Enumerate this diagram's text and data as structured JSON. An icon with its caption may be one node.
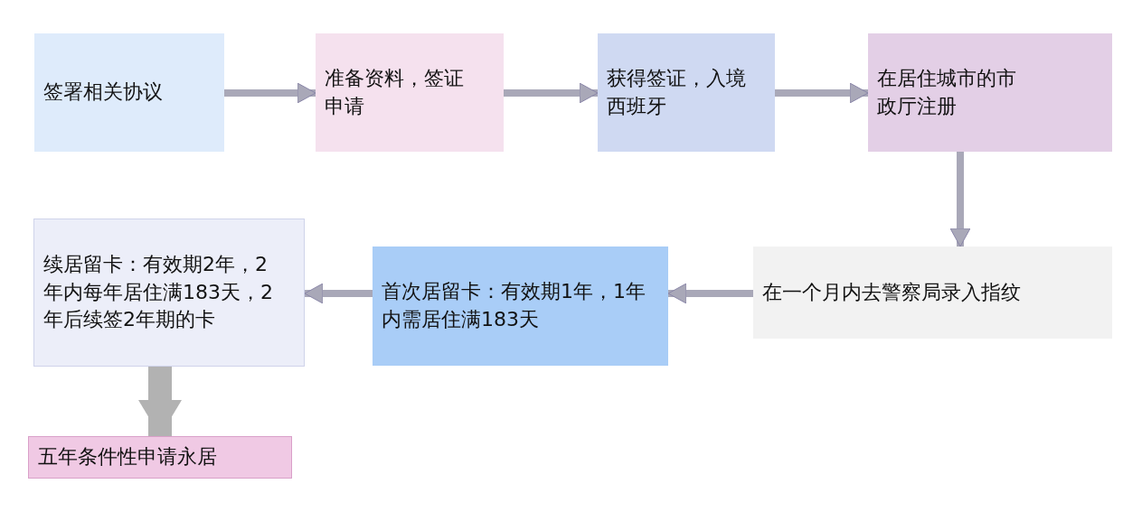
{
  "diagram": {
    "nodes": [
      {
        "text": [
          "签署相关协议"
        ]
      },
      {
        "text": [
          "准备资料，签证申请"
        ]
      },
      {
        "text": [
          "获得签证，入境西班牙"
        ]
      },
      {
        "text": [
          "在居住城市的市政厅注册"
        ]
      },
      {
        "text": [
          "在一个月内去警察局录入指纹"
        ]
      },
      {
        "text": [
          "首次居留卡：有效期1年，1年内需居住满183天"
        ]
      },
      {
        "text": [
          "续居留卡：有效期2年，2年内每年居住满183天，2年后续签2年期的卡"
        ]
      },
      {
        "text": [
          "五年条件性申请永居"
        ]
      }
    ],
    "edges": [
      {
        "from": 0,
        "to": 1,
        "arrow": "to"
      },
      {
        "from": 1,
        "to": 2,
        "arrow": "to"
      },
      {
        "from": 2,
        "to": 3,
        "arrow": "to"
      },
      {
        "from": 3,
        "to": 4,
        "arrow": "to"
      },
      {
        "from": 4,
        "to": 5,
        "arrow": "to"
      },
      {
        "from": 5,
        "to": 6,
        "arrow": "to"
      },
      {
        "from": 6,
        "to": 7,
        "arrow": "to",
        "style": "thick"
      }
    ]
  }
}
